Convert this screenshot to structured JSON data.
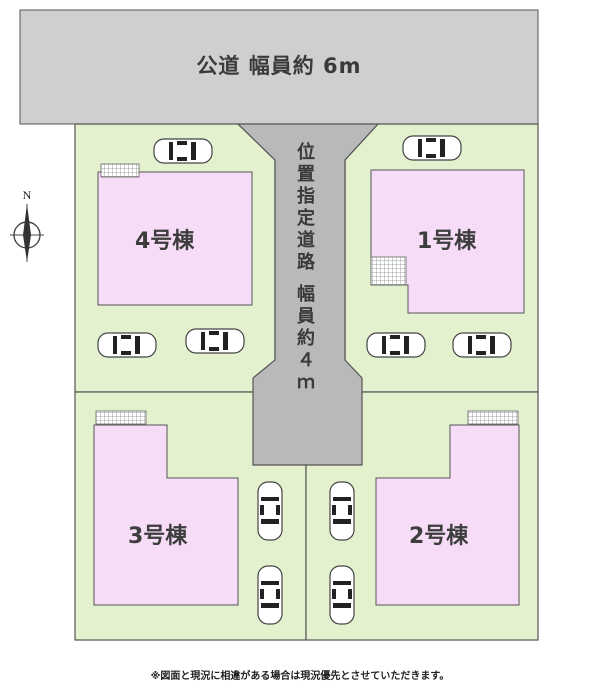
{
  "public_road_label": "公道  幅員約  6m",
  "private_road_label": "位置指定道路  幅員約４ｍ",
  "houses": [
    {
      "id": "4",
      "label": "4号棟"
    },
    {
      "id": "1",
      "label": "1号棟"
    },
    {
      "id": "3",
      "label": "3号棟"
    },
    {
      "id": "2",
      "label": "2号棟"
    }
  ],
  "north_label": "N",
  "footnote": "※図面と現況に相違がある場合は現況優先とさせていただきます。",
  "colors": {
    "road": "#cfcfcf",
    "lot": "#e3f1cf",
    "house": "#f6dcf6",
    "border": "#555555"
  },
  "icons": [
    "car-icon",
    "compass-icon",
    "deck-hatch-icon"
  ]
}
